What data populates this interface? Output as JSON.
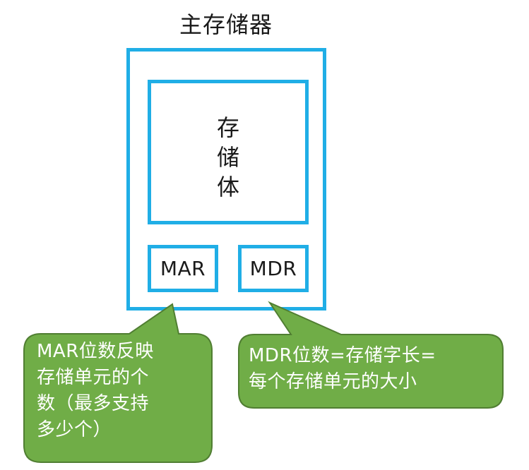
{
  "title": "主存储器",
  "storage_body": "存\n储\n体",
  "registers": {
    "mar": "MAR",
    "mdr": "MDR"
  },
  "callouts": {
    "mar_note": "MAR位数反映\n存储单元的个\n数（最多支持\n多少个）",
    "mdr_note": "MDR位数=存储字长=\n每个存储单元的大小"
  },
  "colors": {
    "border": "#20aee6",
    "callout_fill": "#70ad47",
    "callout_stroke": "#507e32"
  }
}
